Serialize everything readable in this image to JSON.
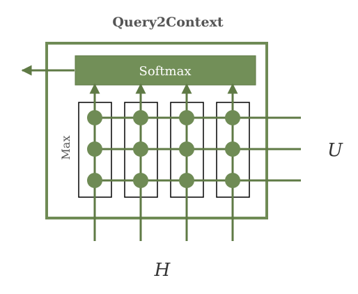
{
  "title": "Query2Context",
  "softmax_label": "Softmax",
  "max_label": "Max",
  "u_label": "U",
  "h_label": "H",
  "colors": {
    "dark_green": "#5f7a45",
    "node_green": "#6f8b55",
    "softmax_fill": "#728f58",
    "title_text": "#555555",
    "softmax_text": "#ffffff",
    "max_text": "#555555",
    "math_text": "#333333"
  }
}
